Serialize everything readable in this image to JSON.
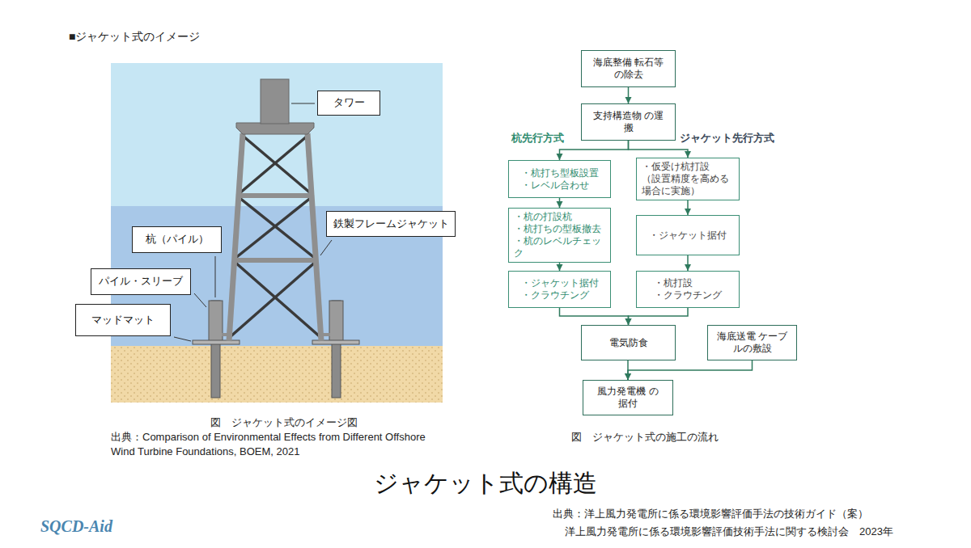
{
  "diagram": {
    "title": "ジャケット式の構造",
    "nodes": [
      {
        "text": [
          "タワー"
        ]
      },
      {
        "text": [
          "鉄製フレームジャケット"
        ]
      },
      {
        "text": [
          "杭（パイル）"
        ]
      },
      {
        "text": [
          "パイル・スリーブ"
        ]
      },
      {
        "text": [
          "マッドマット"
        ]
      },
      {
        "text": [
          "海底整備 転石等の除去"
        ]
      },
      {
        "text": [
          "支持構造物 の運搬"
        ]
      },
      {
        "text": [
          "・杭打ち型板設置",
          "・レベル合わせ"
        ]
      },
      {
        "text": [
          "・仮受け杭打設",
          "（設置精度を高める 場合に実施）"
        ]
      },
      {
        "text": [
          "・杭の打設杭",
          "・杭打ちの型板撤去",
          "・杭のレベルチェック"
        ]
      },
      {
        "text": [
          "・ジャケット据付"
        ]
      },
      {
        "text": [
          "・ジャケット据付",
          "・クラウチング"
        ]
      },
      {
        "text": [
          "・杭打設",
          "・クラウチング"
        ]
      },
      {
        "text": [
          "電気防食"
        ]
      },
      {
        "text": [
          "海底送電 ケーブルの敷設"
        ]
      },
      {
        "text": [
          "風力発電機 の据付"
        ]
      }
    ],
    "edges": [
      {
        "from": 5,
        "to": 6,
        "arrow": "to"
      },
      {
        "from": 6,
        "to": 7,
        "arrow": "to"
      },
      {
        "from": 6,
        "to": 8,
        "arrow": "to"
      },
      {
        "from": 7,
        "to": 9,
        "arrow": "to"
      },
      {
        "from": 9,
        "to": 11,
        "arrow": "to"
      },
      {
        "from": 8,
        "to": 10,
        "arrow": "to"
      },
      {
        "from": 10,
        "to": 12,
        "arrow": "to"
      },
      {
        "from": 11,
        "to": 13,
        "arrow": "to"
      },
      {
        "from": 12,
        "to": 13,
        "arrow": "to"
      },
      {
        "from": 13,
        "to": 15,
        "arrow": "to"
      },
      {
        "from": 14,
        "to": 15,
        "arrow": "to"
      }
    ],
    "labels": [
      "■ジャケット式のイメージ",
      "図　ジャケット式のイメージ図",
      "出典：Comparison of Environmental Effects from Different Offshore Wind Turbine Foundations, BOEM, 2021",
      "杭先行方式",
      "ジャケット先行方式",
      "図　ジャケット式の施工の流れ",
      "出典：洋上風力発電所に係る環境影響評価手法の技術ガイド（案）",
      "洋上風力発電所に係る環境影響評価技術手法に関する検討会　2023年",
      "SQCD-Aid"
    ]
  }
}
